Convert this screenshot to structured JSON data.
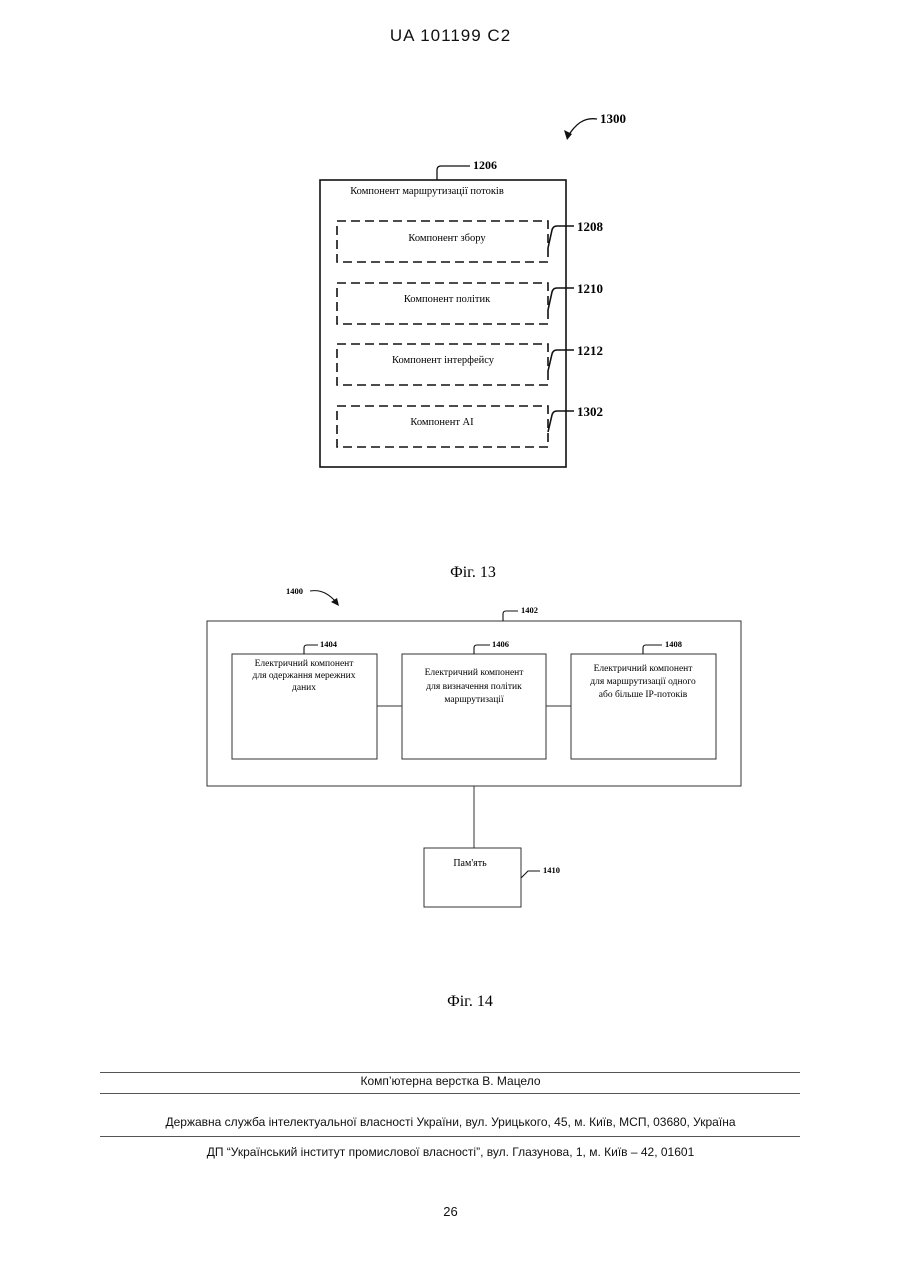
{
  "header": {
    "patent_number": "UA   101199   C2"
  },
  "figure13": {
    "ref_main": "1300",
    "outer": {
      "ref": "1206",
      "title": "Компонент маршрутизації потоків"
    },
    "components": [
      {
        "label": "Компонент збору",
        "ref": "1208"
      },
      {
        "label": "Компонент політик",
        "ref": "1210"
      },
      {
        "label": "Компонент інтерфейсу",
        "ref": "1212"
      },
      {
        "label": "Компонент AI",
        "ref": "1302"
      }
    ],
    "caption": "Фіг. 13"
  },
  "figure14": {
    "ref_main": "1400",
    "outer_ref": "1402",
    "blocks": [
      {
        "ref": "1404",
        "lines": [
          "Електричний компонент",
          "для одержання мережних",
          "даних"
        ]
      },
      {
        "ref": "1406",
        "lines": [
          "Електричний компонент",
          "для визначення політик",
          "маршрутизації"
        ]
      },
      {
        "ref": "1408",
        "lines": [
          "Електричний компонент",
          "для маршрутизації одного",
          "або більше IP-потоків"
        ]
      }
    ],
    "memory": {
      "label": "Пам'ять",
      "ref": "1410"
    },
    "caption": "Фіг. 14"
  },
  "footer": {
    "layout_credit": "Комп’ютерна верстка В. Мацело",
    "agency": "Державна служба інтелектуальної власності України, вул. Урицького, 45, м. Київ, МСП, 03680, Україна",
    "institute": "ДП “Український інститут промислової власності”, вул. Глазунова, 1, м. Київ – 42, 01601"
  },
  "page_number": "26"
}
